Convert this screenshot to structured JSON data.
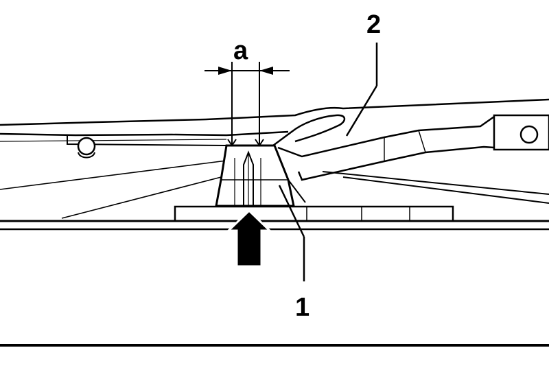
{
  "diagram": {
    "labels": {
      "dimension": "a",
      "part_1": "1",
      "part_2": "2"
    },
    "colors": {
      "ink": "#000000",
      "paper": "#ffffff"
    },
    "icons": {
      "push_direction": "arrow-up-icon",
      "dimension_arrows": "dimension-arrow-icon"
    }
  }
}
